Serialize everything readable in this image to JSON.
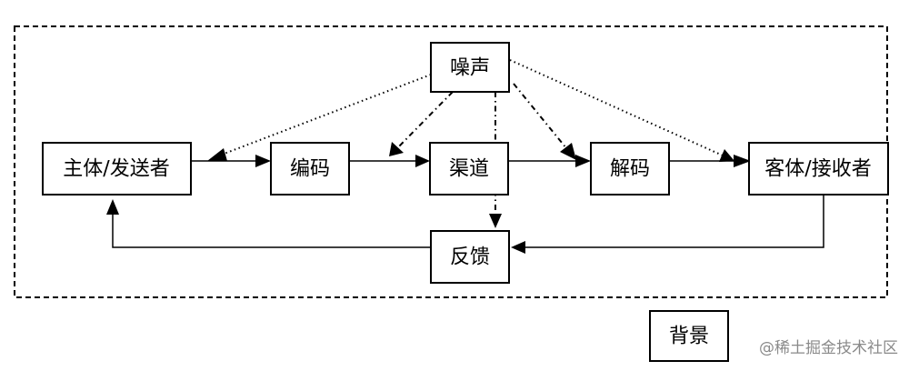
{
  "nodes": {
    "sender": "主体/发送者",
    "encode": "编码",
    "channel": "渠道",
    "decode": "解码",
    "receiver": "客体/接收者",
    "noise": "噪声",
    "feedback": "反馈",
    "context": "背景"
  },
  "watermark": "@稀土掘金技术社区",
  "colors": {
    "stroke": "#000000",
    "background": "#ffffff",
    "watermark": "#8a8a8a"
  }
}
